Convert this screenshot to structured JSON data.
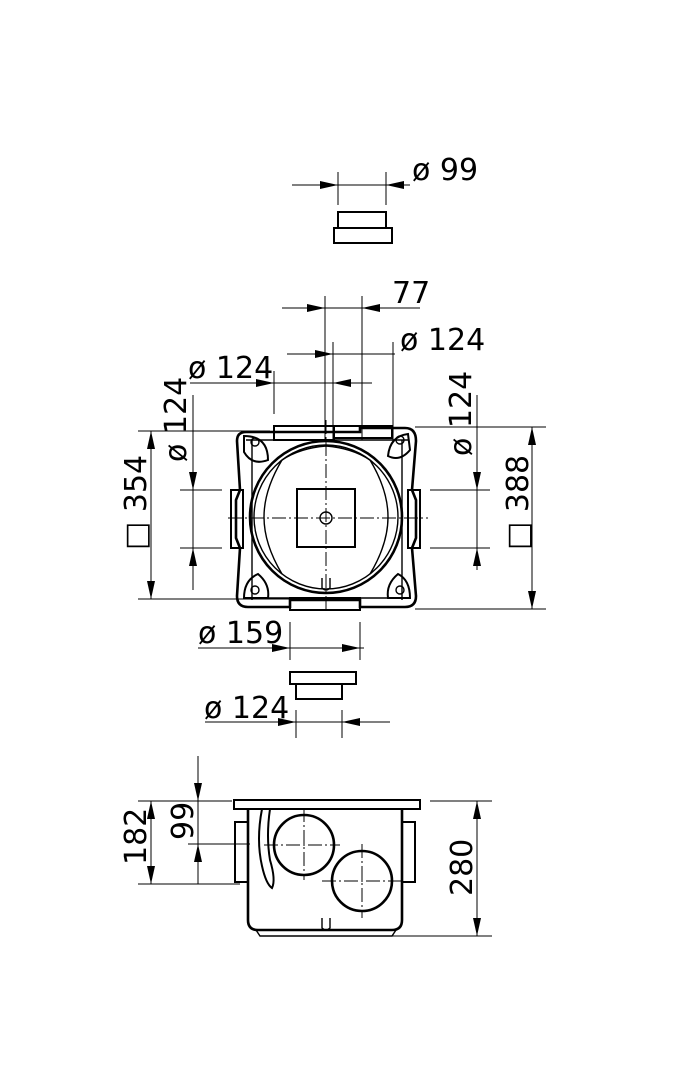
{
  "dimensions": {
    "top_spigot_diameter": "ø 99",
    "offset": "77",
    "port_right_top": "ø 124",
    "port_left_top": "ø 124",
    "port_left_side": "ø 124",
    "port_right_side": "ø 124",
    "square_left": "□ 354",
    "square_right": "□ 388",
    "bottom_outer": "ø 159",
    "bottom_inner": "ø 124",
    "height_182": "182",
    "height_99": "99",
    "height_280": "280"
  }
}
